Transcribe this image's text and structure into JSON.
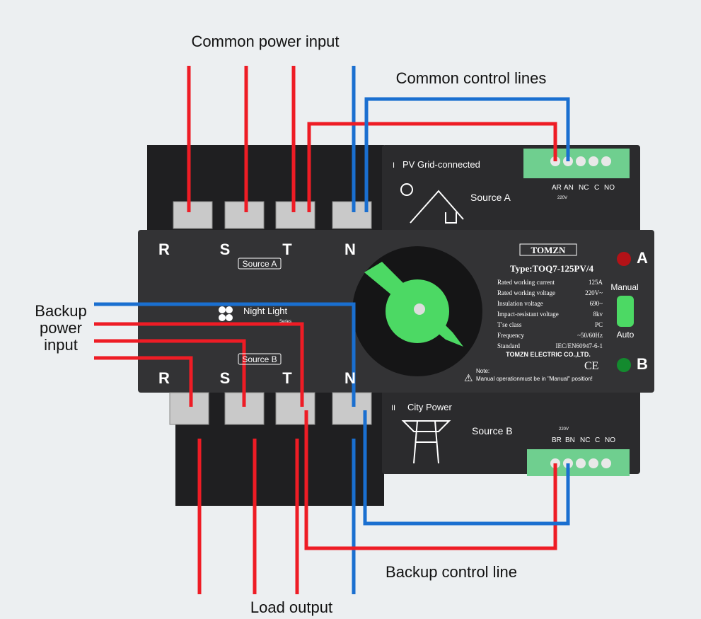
{
  "labels": {
    "common_power_input": "Common power input",
    "common_control_lines": "Common control lines",
    "backup_power_input": [
      "Backup",
      "power",
      "input"
    ],
    "backup_control_line": "Backup control line",
    "load_output": "Load output"
  },
  "device": {
    "phases_top": [
      "R",
      "S",
      "T",
      "N"
    ],
    "phases_bottom": [
      "R",
      "S",
      "T",
      "N"
    ],
    "source_a_badge": "Source A",
    "source_b_badge": "Source B",
    "series_brand": "Night Light",
    "series_sub": "Series",
    "source_a": {
      "tag": "I",
      "title": "PV Grid-connected",
      "name": "Source A",
      "terminals": [
        "AR",
        "AN",
        "NC",
        "C",
        "NO"
      ],
      "voltage": "220V"
    },
    "source_b": {
      "tag": "II",
      "title": "City Power",
      "name": "Source B",
      "terminals": [
        "BR",
        "BN",
        "NC",
        "C",
        "NO"
      ],
      "voltage": "220V"
    },
    "brand": "TOMZN",
    "type": "Type:TOQ7-125PV/4",
    "specs": [
      {
        "k": "Rated working current",
        "v": "125A"
      },
      {
        "k": "Rated working voltage",
        "v": "220V~"
      },
      {
        "k": "Insulation voltage",
        "v": "690~"
      },
      {
        "k": "Impact-resistant voltage",
        "v": "8kv"
      },
      {
        "k": "T'se class",
        "v": "PC"
      },
      {
        "k": "Frequency",
        "v": "~50/60Hz"
      },
      {
        "k": "Standard",
        "v": "IEC/EN60947-6-1"
      }
    ],
    "company": "TOMZN ELECTRIC CO.,LTD.",
    "ce": "CE",
    "note_title": "Note:",
    "note": "Manual operationmust be in \"Manual\" position!",
    "indicator_a": "A",
    "indicator_b": "B",
    "switch_manual": "Manual",
    "switch_auto": "Auto"
  },
  "colors": {
    "live": "#ee1c25",
    "neutral": "#1a6fd0",
    "body": "#2b2b2d",
    "handle": "#4cd964",
    "terminal": "#6fcf8f"
  }
}
